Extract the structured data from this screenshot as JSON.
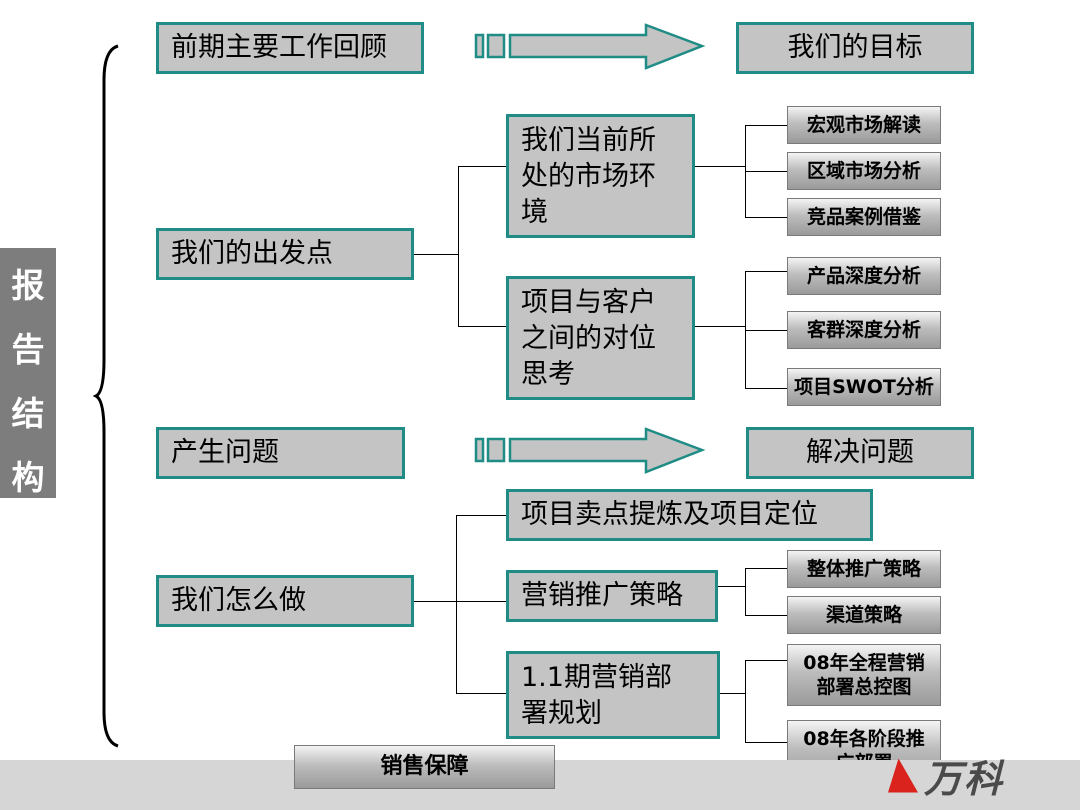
{
  "side_title": [
    "报",
    "告",
    "结",
    "构"
  ],
  "row1": {
    "left": "前期主要工作回顾",
    "right": "我们的目标"
  },
  "start": {
    "label": "我们的出发点",
    "market": {
      "label": [
        "我们当前所",
        "处的市场环",
        "境"
      ],
      "items": [
        "宏观市场解读",
        "区域市场分析",
        "竞品案例借鉴"
      ]
    },
    "project": {
      "label": [
        "项目与客户",
        "之间的对位",
        "思考"
      ],
      "items": [
        "产品深度分析",
        "客群深度分析",
        "项目SWOT分析"
      ]
    }
  },
  "row3": {
    "left": "产生问题",
    "right": "解决问题"
  },
  "how": {
    "label": "我们怎么做",
    "positioning": "项目卖点提炼及项目定位",
    "marketing": {
      "label": "营销推广策略",
      "items": [
        "整体推广策略",
        "渠道策略"
      ]
    },
    "plan": {
      "label": [
        "1.1期营销部",
        "署规划"
      ],
      "items": [
        [
          "08年全程营销",
          "部署总控图"
        ],
        [
          "08年各阶段推",
          "广部署"
        ]
      ]
    }
  },
  "sales": "销售保障",
  "logo_text": "万科",
  "colors": {
    "teal_border": "#1f8c86",
    "box_fill": "#c4c4c4",
    "side_fill": "#7d7d7d",
    "logo_red": "#d9231c"
  }
}
